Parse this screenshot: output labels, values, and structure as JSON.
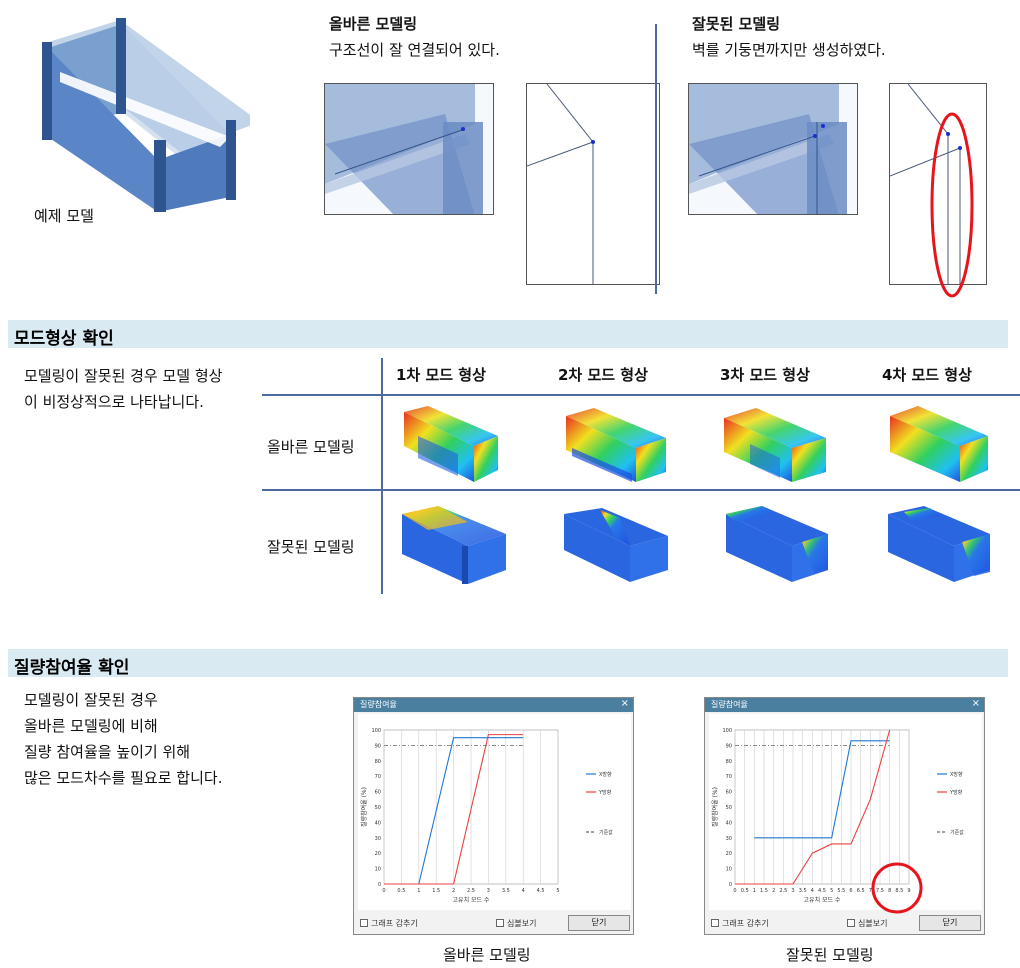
{
  "top": {
    "example_label": "예제 모델",
    "correct_title": "올바른 모델링",
    "correct_desc": "구조선이 잘 연결되어 있다.",
    "wrong_title": "잘못된 모델링",
    "wrong_desc": "벽를 기둥면까지만 생성하였다."
  },
  "mode": {
    "section_title": "모드형상 확인",
    "desc_line1": "모델링이 잘못된 경우 모델 형상",
    "desc_line2": "이 비정상적으로 나타납니다.",
    "columns": [
      "1차 모드 형상",
      "2차 모드 형상",
      "3차 모드 형상",
      "4차 모드 형상"
    ],
    "row_correct": "올바른 모델링",
    "row_wrong": "잘못된 모델링"
  },
  "mass": {
    "section_title": "질량참여율 확인",
    "desc": [
      "모델링이 잘못된 경우",
      "올바른 모델링에 비해",
      "질량 참여율을 높이기 위해",
      "많은 모드차수를 필요로 합니다."
    ],
    "caption_correct": "올바른 모델링",
    "caption_wrong": "잘못된 모델링",
    "window_title": "질량참여율",
    "close_glyph": "×",
    "xlabel": "고유치 모드 수",
    "ylabel": "질량참여율 (%)",
    "legend_x": "X방향",
    "legend_y": "Y방향",
    "legend_ref": "기준값",
    "hide_graph": "그래프 감추기",
    "symbol_view": "심볼보기",
    "close_btn": "닫기"
  },
  "chart_data": [
    {
      "type": "line",
      "title": "",
      "xlabel": "고유치 모드 수",
      "ylabel": "질량참여율 (%)",
      "xlim": [
        0,
        5
      ],
      "ylim": [
        0,
        100
      ],
      "xticks": [
        "0",
        "0.5",
        "1",
        "1.5",
        "2",
        "2.5",
        "3",
        "3.5",
        "4",
        "4.5",
        "5"
      ],
      "yticks": [
        "0",
        "10",
        "20",
        "30",
        "40",
        "50",
        "60",
        "70",
        "80",
        "90",
        "100"
      ],
      "series": [
        {
          "name": "X방향",
          "color": "#1f77d4",
          "x": [
            0,
            1,
            2,
            4
          ],
          "y": [
            0,
            0,
            95,
            95
          ]
        },
        {
          "name": "Y방향",
          "color": "#e84040",
          "x": [
            0,
            2,
            3,
            4
          ],
          "y": [
            0,
            0,
            97,
            97
          ]
        },
        {
          "name": "기준값",
          "color": "#666666",
          "x": [
            0,
            4
          ],
          "y": [
            90,
            90
          ]
        }
      ]
    },
    {
      "type": "line",
      "title": "",
      "xlabel": "고유치 모드 수",
      "ylabel": "질량참여율 (%)",
      "xlim": [
        0,
        9
      ],
      "ylim": [
        0,
        100
      ],
      "xticks": [
        "0",
        "0.5",
        "1",
        "1.5",
        "2",
        "2.5",
        "3",
        "3.5",
        "4",
        "4.5",
        "5",
        "5.5",
        "6",
        "6.5",
        "7",
        "7.5",
        "8",
        "8.5",
        "9"
      ],
      "yticks": [
        "0",
        "10",
        "20",
        "30",
        "40",
        "50",
        "60",
        "70",
        "80",
        "90",
        "100"
      ],
      "series": [
        {
          "name": "X방향",
          "color": "#1f77d4",
          "x": [
            1,
            5,
            6,
            8
          ],
          "y": [
            30,
            30,
            93,
            93
          ]
        },
        {
          "name": "Y방향",
          "color": "#e84040",
          "x": [
            0,
            3,
            4,
            5,
            6,
            7,
            8
          ],
          "y": [
            0,
            0,
            20,
            26,
            26,
            55,
            100
          ]
        },
        {
          "name": "기준값",
          "color": "#666666",
          "x": [
            0,
            8
          ],
          "y": [
            90,
            90
          ]
        }
      ]
    }
  ]
}
